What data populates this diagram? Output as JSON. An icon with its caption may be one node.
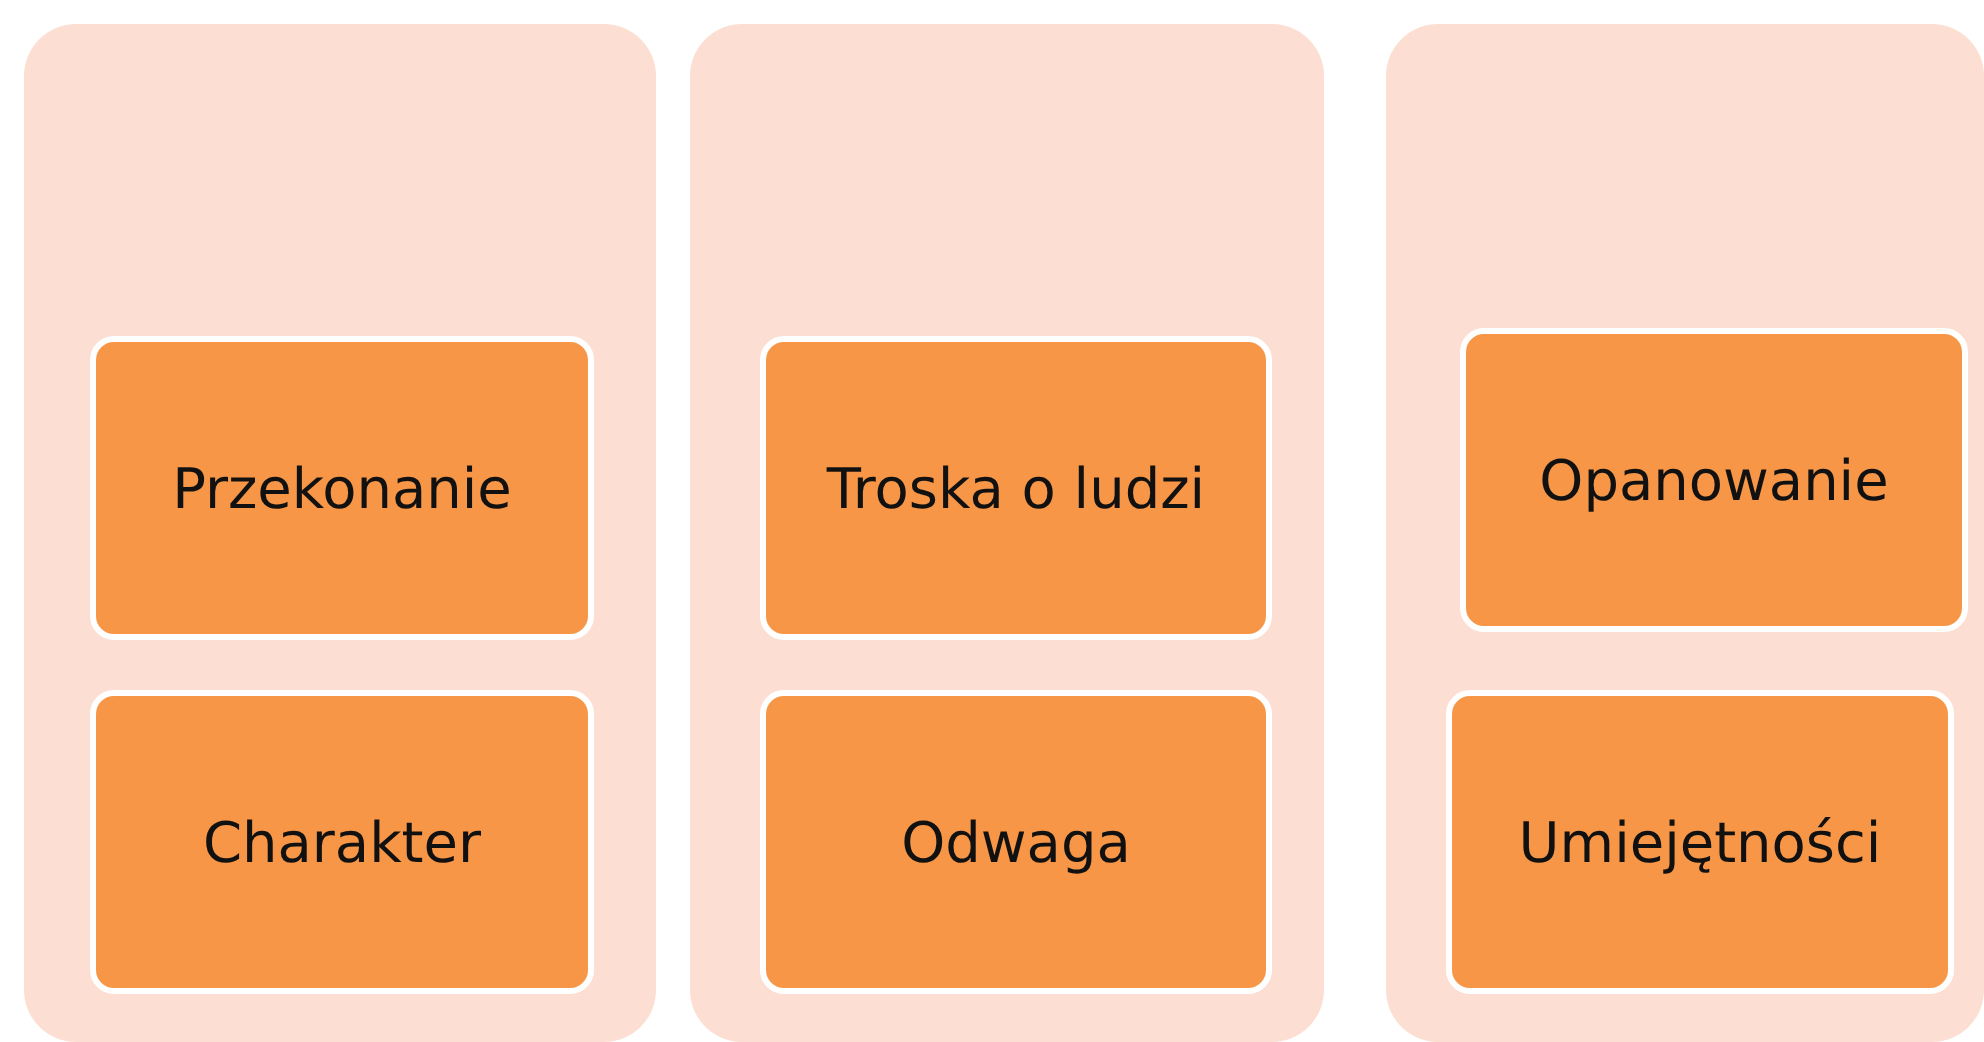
{
  "diagram": {
    "nodes": [
      {
        "text": [],
        "shape": "box"
      },
      {
        "text": [
          "Przekonanie"
        ],
        "in": 0
      },
      {
        "text": [
          "Charakter"
        ],
        "in": 0
      },
      {
        "text": [],
        "shape": "box"
      },
      {
        "text": [
          "Troska o ludzi"
        ],
        "in": 3
      },
      {
        "text": [
          "Odwaga"
        ],
        "in": 3
      },
      {
        "text": [],
        "shape": "box"
      },
      {
        "text": [
          "Opanowanie"
        ],
        "in": 6
      },
      {
        "text": [
          "Umiejętności"
        ],
        "in": 6
      }
    ]
  }
}
